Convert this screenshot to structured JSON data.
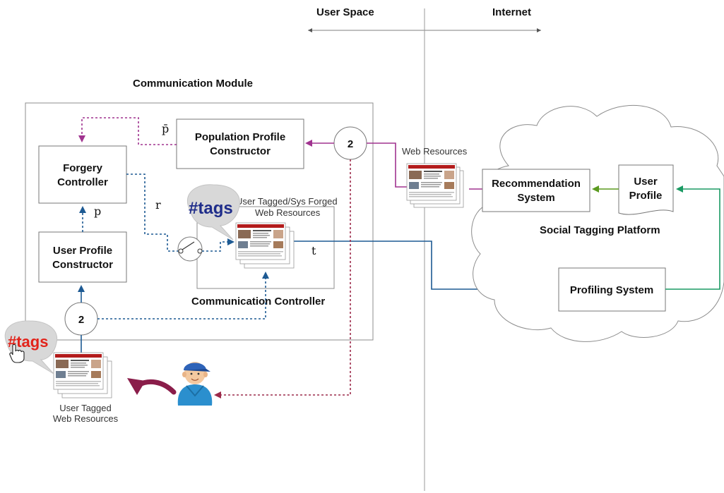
{
  "headers": {
    "user_space": "User Space",
    "internet": "Internet"
  },
  "modules": {
    "communication_module": "Communication Module",
    "communication_controller": "Communication Controller",
    "social_tagging_platform": "Social Tagging Platform"
  },
  "boxes": {
    "population_profile_constructor": [
      "Population Profile",
      "Constructor"
    ],
    "forgery_controller": [
      "Forgery",
      "Controller"
    ],
    "user_profile_constructor": [
      "User Profile",
      "Constructor"
    ],
    "recommendation_system": [
      "Recommendation",
      "System"
    ],
    "user_profile": [
      "User",
      "Profile"
    ],
    "profiling_system": [
      "Profiling System"
    ]
  },
  "nodes": {
    "top_circle": "2",
    "bottom_circle": "2"
  },
  "variables": {
    "p_bar": "p̄",
    "p": "p",
    "r": "r",
    "t": "t"
  },
  "resource_labels": {
    "web_resources": "Web Resources",
    "tagged_forged": [
      "User Tagged/Sys Forged",
      "Web Resources"
    ],
    "user_tagged": [
      "User Tagged",
      "Web Resources"
    ]
  },
  "tags": {
    "blue": "#tags",
    "red": "#tags"
  },
  "colors": {
    "purple_flow": "#a0338f",
    "blue_flow": "#1d5a93",
    "green_flow": "#5b9a1f",
    "teal_flow": "#1a9a63",
    "crimson_flow": "#9c2a4a",
    "dark_red_arrow": "#8a1d4a"
  }
}
